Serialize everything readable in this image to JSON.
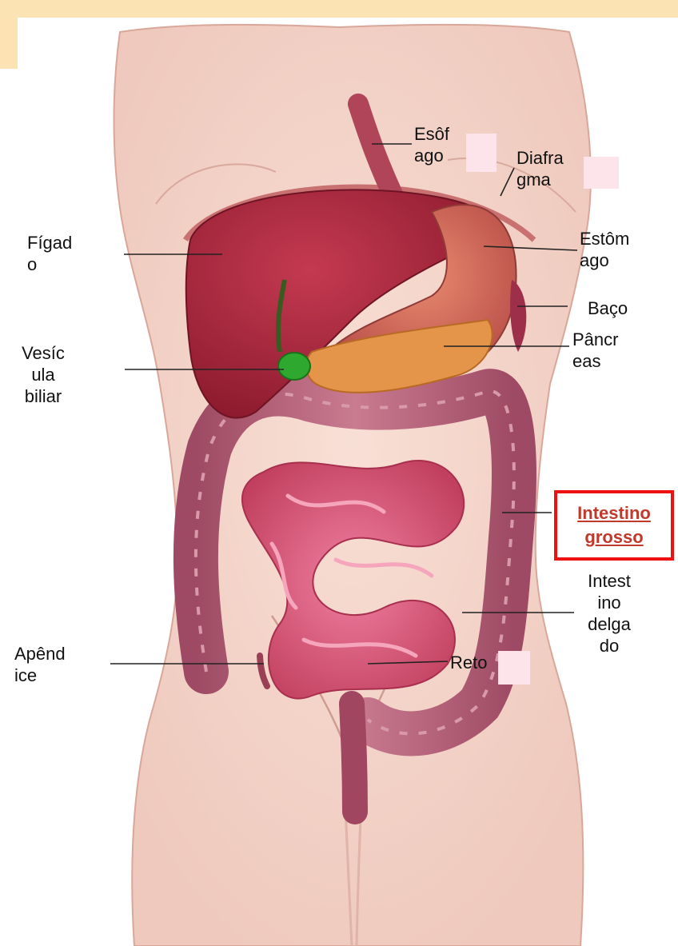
{
  "labels": {
    "esofago": "Esôfago",
    "diafragma": "Diafragma",
    "figado": "Fígado",
    "estomago": "Estômago",
    "baco": "Baço",
    "pancreas": "Pâncreas",
    "vesicula": "Vesícula biliar",
    "intestino_grosso": "Intestino grosso",
    "intestino_delgado": "Intestino delgado",
    "apendice": "Apêndice",
    "reto": "Reto"
  },
  "label_lines": {
    "esofago": [
      "Esôf",
      "ago"
    ],
    "diafragma": [
      "Diafra",
      "gma"
    ],
    "figado": [
      "Fígad",
      "o"
    ],
    "estomago": [
      "Estôm",
      "ago"
    ],
    "pancreas": [
      "Pâncr",
      "eas"
    ],
    "vesicula": [
      "Vesíc",
      "ula",
      "biliar"
    ],
    "intestino_grosso": [
      "Intestino",
      "grosso"
    ],
    "intestino_delgado": [
      "Intest",
      "ino",
      "delga",
      "do"
    ],
    "apendice": [
      "Apênd",
      "ice"
    ]
  },
  "colors": {
    "skin": "#f5d6cc",
    "skin_outline": "#c98f85",
    "liver": "#a8233a",
    "stomach": "#d16a5a",
    "pancreas": "#e08a3c",
    "gallbladder": "#2fa82f",
    "small_intestine": "#e05a7a",
    "large_intestine": "#b8637a",
    "highlight_border": "#ee1111",
    "highlight_text": "#c0392b"
  },
  "highlighted": "intestino_grosso"
}
